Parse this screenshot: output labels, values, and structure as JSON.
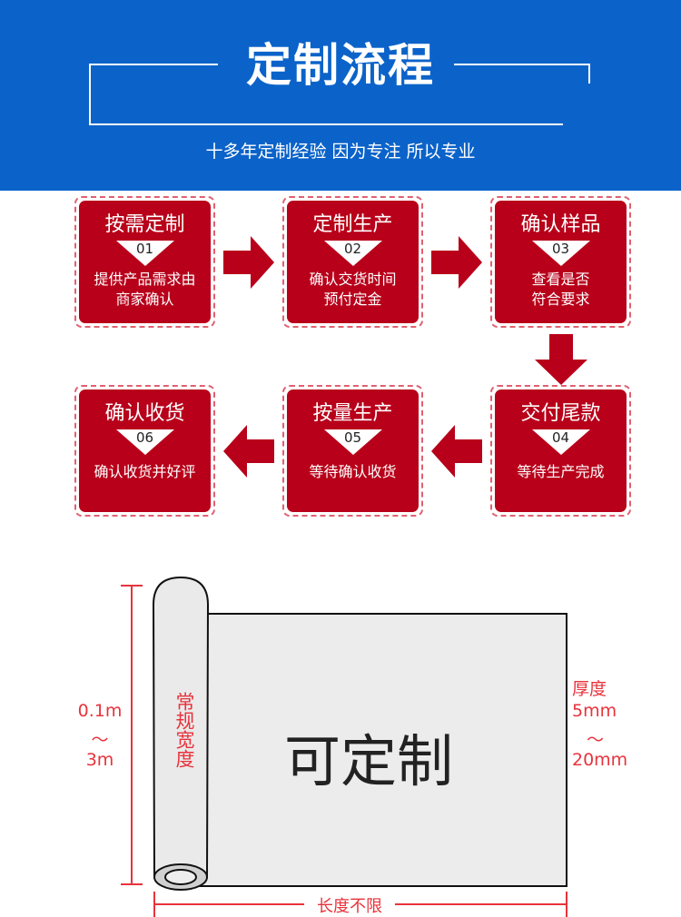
{
  "header": {
    "title": "定制流程",
    "subtitle": "十多年定制经验 因为专注 所以专业"
  },
  "steps": [
    {
      "title": "按需定制",
      "num": "01",
      "desc1": "提供产品需求由",
      "desc2": "商家确认"
    },
    {
      "title": "定制生产",
      "num": "02",
      "desc1": "确认交货时间",
      "desc2": "预付定金"
    },
    {
      "title": "确认样品",
      "num": "03",
      "desc1": "查看是否",
      "desc2": "符合要求"
    },
    {
      "title": "交付尾款",
      "num": "04",
      "desc1": "等待生产完成",
      "desc2": ""
    },
    {
      "title": "按量生产",
      "num": "05",
      "desc1": "等待确认收货",
      "desc2": ""
    },
    {
      "title": "确认收货",
      "num": "06",
      "desc1": "确认收货并好评",
      "desc2": ""
    }
  ],
  "diagram": {
    "center": "可定制",
    "roll_label": "常规宽度",
    "width_min": "0.1m",
    "tilde": "～",
    "width_max": "3m",
    "thick_label": "厚度",
    "thick_min": "5mm",
    "thick_max": "20mm",
    "length": "长度不限"
  },
  "colors": {
    "blue": "#0b63c9",
    "red": "#b8001a",
    "measure": "#e8333c"
  }
}
